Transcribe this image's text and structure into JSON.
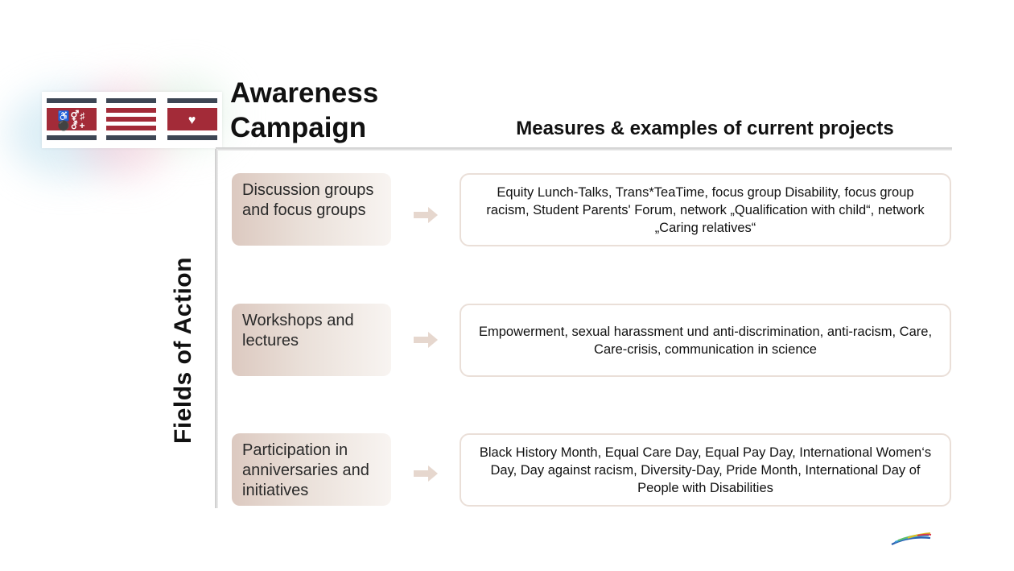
{
  "header": {
    "title_line1": "Awareness",
    "title_line2": "Campaign",
    "subtitle": "Measures & examples of current projects"
  },
  "side_label": "Fields of Action",
  "logo": {
    "tile1_glyphs_top": "♿⚥♯",
    "tile1_glyphs_bottom": "⚫⚦+",
    "tile3_glyph": "♥"
  },
  "rows": [
    {
      "field": "Discussion groups and focus groups",
      "measures": "Equity Lunch-Talks, Trans*TeaTime, focus group Disability, focus group racism, Student Parents' Forum, network „Qualification with child“, network „Caring relatives“"
    },
    {
      "field": "Workshops and lectures",
      "measures": "Empowerment, sexual harassment und anti-discrimination, anti-racism, Care, Care-crisis, communication in science"
    },
    {
      "field": "Participation in anniversaries and initiatives",
      "measures": "Black History Month, Equal Care Day, Equal Pay Day, International Women‘s Day, Day against racism, Diversity-Day, Pride Month, International Day of People with Disabilities"
    }
  ],
  "colors": {
    "logo_navy": "#3d4654",
    "logo_red": "#a32b38",
    "field_bg": "#dcc9c0",
    "measure_border": "#eadfd8",
    "arrow": "#e6d7ce"
  }
}
